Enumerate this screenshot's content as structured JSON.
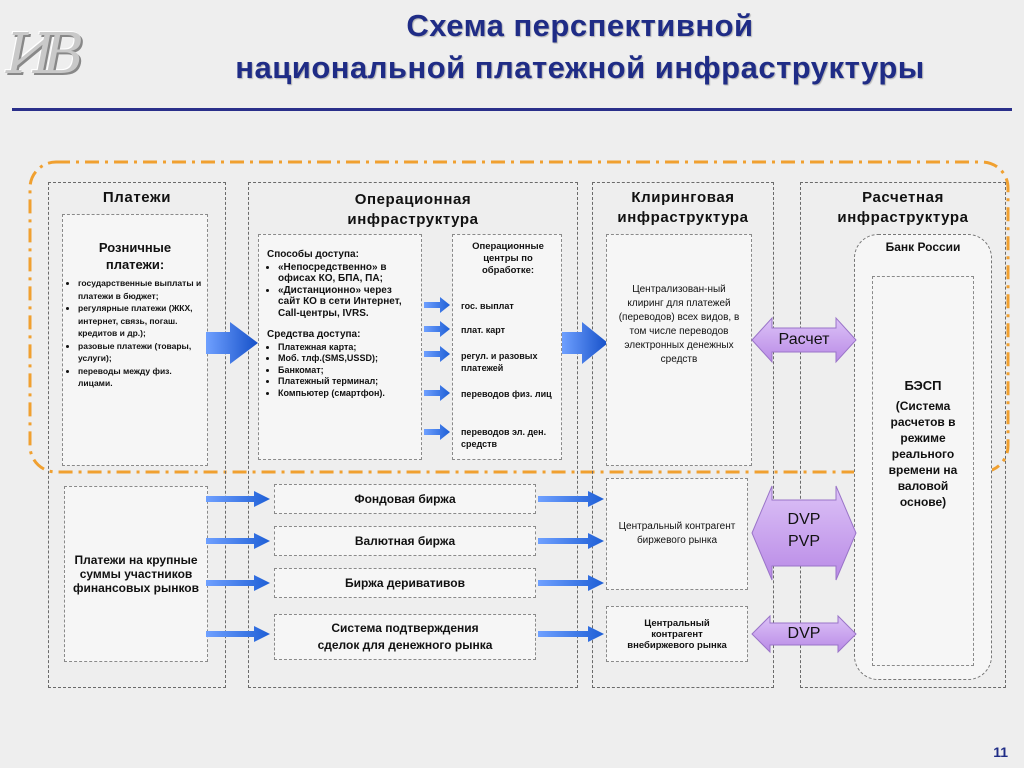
{
  "title": {
    "line1": "Схема перспективной",
    "line2": "национальной платежной инфраструктуры"
  },
  "logo": {
    "text": "ИВ"
  },
  "columns": {
    "payments": "Платежи",
    "operational": "Операционная инфраструктура",
    "clearing": "Клиринговая инфраструктура",
    "settlement": "Расчетная инфраструктура"
  },
  "retail": {
    "title": "Розничные платежи:",
    "items": [
      "государственные выплаты и платежи в бюджет;",
      "регулярные платежи (ЖКХ, интернет, связь, погаш. кредитов и др.);",
      "разовые платежи (товары, услуги);",
      "переводы между физ. лицами."
    ]
  },
  "access": {
    "header": "Способы доступа:",
    "items": [
      "«Непосредственно» в офисах КО, БПА, ПА;",
      "«Дистанционно» через сайт КО в сети Интернет, Call-центры, IVRS."
    ],
    "means_header": "Средства доступа:",
    "means": [
      "Платежная карта;",
      "Моб. тлф.(SMS,USSD);",
      "Банкомат;",
      "Платежный терминал;",
      "Компьютер (смартфон)."
    ]
  },
  "processing": {
    "header": "Операционные центры по обработке:",
    "items": [
      "гос. выплат",
      "плат. карт",
      "регул. и разовых платежей",
      "переводов физ. лиц",
      "переводов эл. ден. средств"
    ]
  },
  "clearing_central": "Централизован-ный клиринг для платежей (переводов) всех видов, в том числе переводов электронных денежных средств",
  "bank": {
    "title": "Банк России",
    "besp": "БЭСП",
    "besp_desc": "(Система расчетов в режиме реального времени на валовой основе)"
  },
  "large": "Платежи на крупные суммы участников финансовых рынков",
  "exchanges": [
    "Фондовая биржа",
    "Валютная биржа",
    "Биржа деривативов",
    "Система подтверждения сделок для денежного рынка"
  ],
  "ccp_exchange": "Центральный контрагент биржевого рынка",
  "ccp_otc": "Центральный контрагент внебиржевого рынка",
  "settle_labels": {
    "raschet": "Расчет",
    "dvp1": "DVP",
    "dvp2": "PVP",
    "dvp3": "DVP"
  },
  "page_number": "11",
  "colors": {
    "title": "#1f2c86",
    "rule": "#2a2f8a",
    "blue_arrow": "#1e5fd6",
    "purple": "#c9a2ee",
    "orange_dash": "#f0a030"
  }
}
